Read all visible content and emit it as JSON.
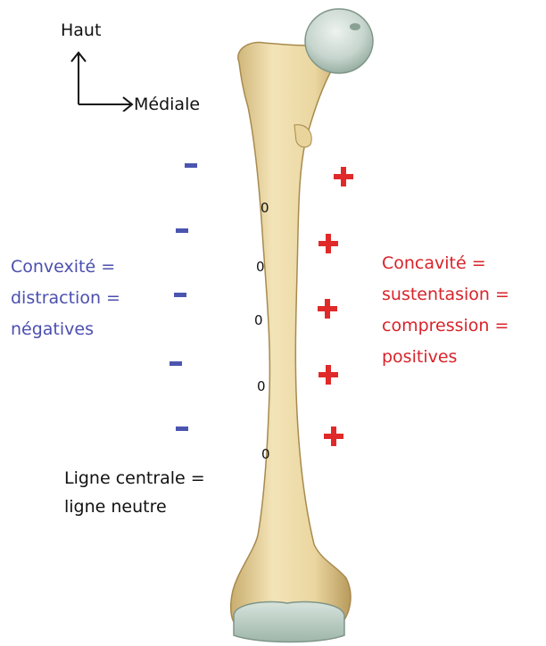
{
  "orientation": {
    "up": "Haut",
    "right": "Médiale"
  },
  "convexity_label": [
    "Convexité =",
    "distraction =",
    "négatives"
  ],
  "concavity_label": [
    "Concavité =",
    "sustentasion =",
    "compression =",
    "positives"
  ],
  "center_label": [
    "Ligne centrale =",
    "ligne neutre"
  ],
  "neutral_marks": [
    "0",
    "0",
    "0",
    "0",
    "0"
  ],
  "colors": {
    "negative": "#4b55b0",
    "positive": "#e02a2a",
    "bone": "#ecd9a5",
    "cartilage": "#c9d8d0"
  },
  "icons": {
    "negative": "minus-sign",
    "positive": "plus-sign",
    "orientation": "axis-arrows"
  }
}
